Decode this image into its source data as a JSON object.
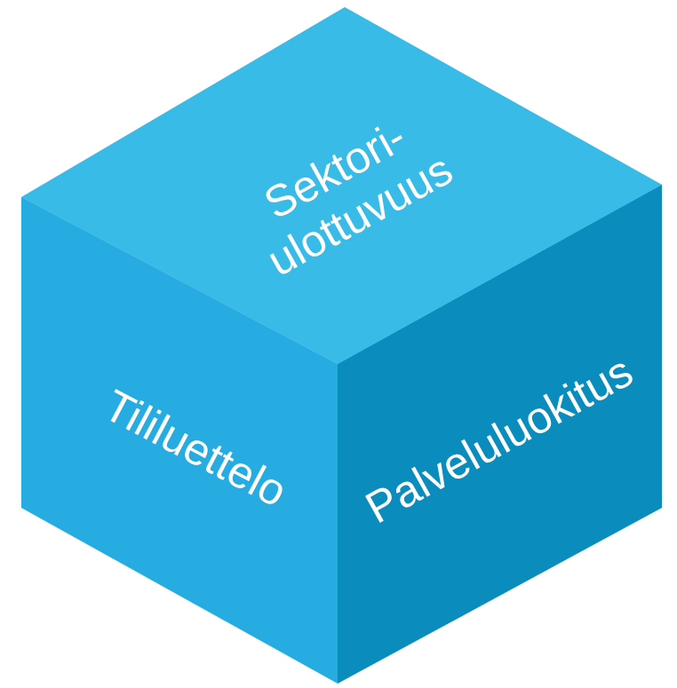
{
  "cube": {
    "colors": {
      "top": "#38bbe6",
      "left": "#26ace0",
      "right": "#0a8dbd"
    },
    "top_face": {
      "line1": "Sektori-",
      "line2": "ulottuvuus"
    },
    "left_face": {
      "label": "Tililuettelo"
    },
    "right_face": {
      "label": "Palveluluokitus"
    }
  }
}
